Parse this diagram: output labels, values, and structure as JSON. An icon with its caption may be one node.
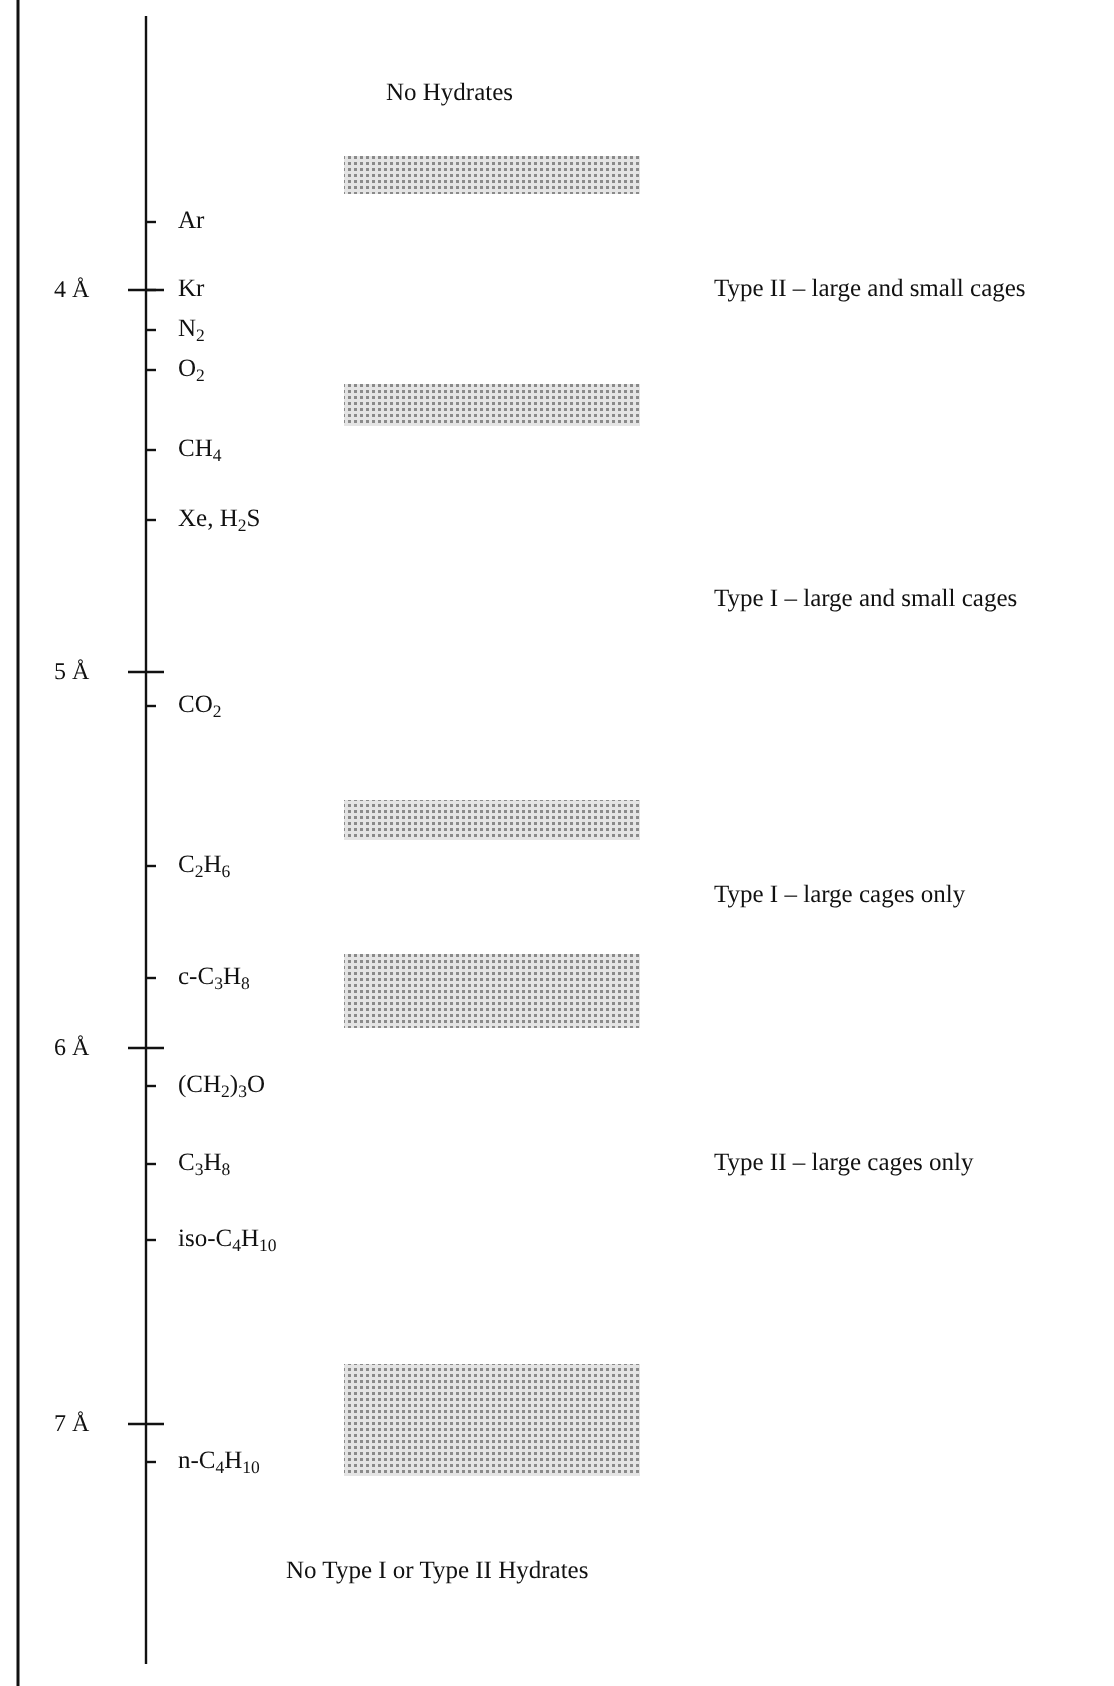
{
  "diagram": {
    "nodes": [
      {
        "text": [],
        "shape": "bar"
      },
      {
        "text": [],
        "shape": "bar"
      },
      {
        "text": [],
        "shape": "bar"
      },
      {
        "text": [],
        "shape": "bar"
      },
      {
        "text": [],
        "shape": "bar"
      }
    ],
    "labels": [
      "No Hydrates",
      "Ar",
      "4 Å",
      "Kr",
      "Type II – large and small cages",
      "N$_{2}$",
      "O$_{2}$",
      "CH$_{4}$",
      "Xe, H$_{2}$S",
      "Type I – large and small cages",
      "5 Å",
      "CO$_{2}$",
      "C$_{2}$H$_{6}$",
      "Type I – large cages only",
      "c-C$_{3}$H$_{8}$",
      "6 Å",
      "(CH$_{2}$)$_{3}$O",
      "C$_{3}$H$_{8}$",
      "Type II – large cages only",
      "iso-C$_{4}$H$_{10}$",
      "7 Å",
      "n-C$_{4}$H$_{10}$",
      "No Type I or Type II Hydrates"
    ]
  }
}
